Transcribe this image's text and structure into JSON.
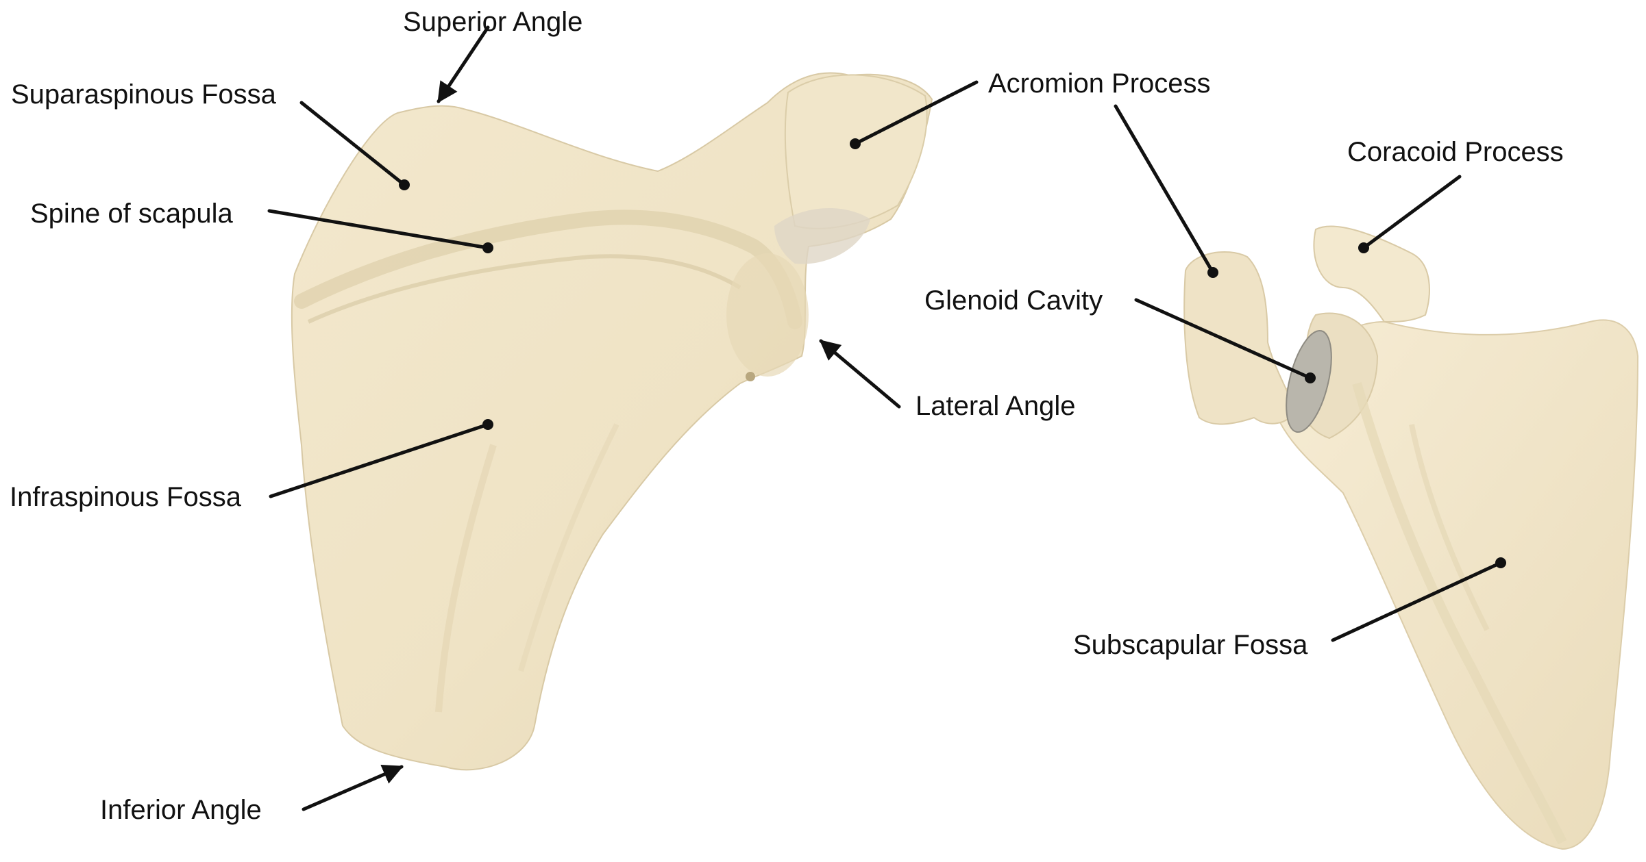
{
  "labels": {
    "superior_angle": "Superior Angle",
    "supraspinous_fossa": "Suparaspinous Fossa",
    "spine_of_scapula": "Spine of scapula",
    "infraspinous_fossa": "Infraspinous Fossa",
    "inferior_angle": "Inferior Angle",
    "acromion_process": "Acromion Process",
    "coracoid_process": "Coracoid Process",
    "glenoid_cavity": "Glenoid Cavity",
    "lateral_angle": "Lateral Angle",
    "subscapular_fossa": "Subscapular Fossa"
  },
  "colors": {
    "bone": "#efe4c8",
    "bone_shadow": "#dccfae",
    "bone_highlight": "#f8f1df",
    "glenoid": "#b9b6ac",
    "leader": "#111111",
    "background": "#ffffff"
  }
}
